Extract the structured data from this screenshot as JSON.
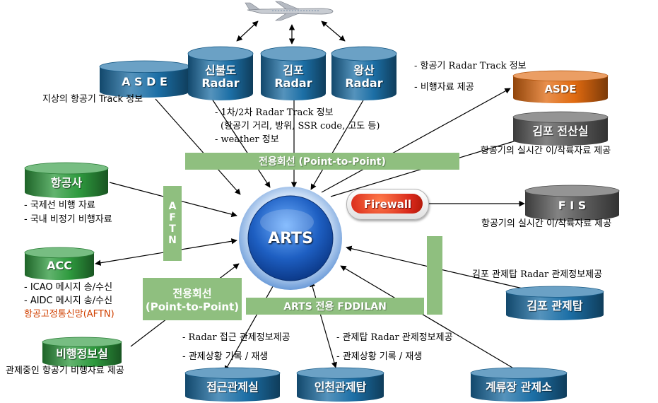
{
  "nodes": {
    "asde_left": "A S D E",
    "sinbuldo": "신불도\nRadar",
    "gimpo_radar": "김포\nRadar",
    "wangsan": "왕산\nRadar",
    "asde_right": "ASDE",
    "gimpo_computer": "김포 전산실",
    "fis": "F I S",
    "airline": "항공사",
    "acc": "ACC",
    "flight_info": "비행정보실",
    "approach": "접근관제실",
    "incheon": "인천관제탑",
    "apron": "계류장 관제소",
    "gimpo_tower": "김포 관제탑",
    "arts": "ARTS",
    "firewall": "Firewall"
  },
  "bars": {
    "dedicated_top": "전용회선 (Point-to-Point)",
    "dedicated_box_line1": "전용회선",
    "dedicated_box_line2": "(Point-to-Point)",
    "fddi": "ARTS 전용 FDDILAN",
    "aftn": [
      "A",
      "F",
      "T",
      "N"
    ]
  },
  "labels": {
    "ground_track": "지상의 항공기  Track 정보",
    "radar_track_1": "- 1차/2차 Radar Track 정보",
    "radar_track_2": "(항공기 거리, 방위, SSR code, 고도 등)",
    "weather": "- weather 정보",
    "asde_track": "- 항공기 Radar Track 정보",
    "flight_data": "- 비행자료 제공",
    "realtime_1": "항공기의 실시간 이/착륙자료 제공",
    "realtime_2": "항공기의 실시간 이/착륙자료 제공",
    "intl_flight": "- 국제선 비행 자료",
    "dom_flight": "-  국내 비정기 비행자료",
    "icao": "- ICAO 메시지 송/수신",
    "aidc": "- AIDC 메시지 송/수신",
    "aftn_net": "항공고정통신망(AFTN)",
    "flight_info_provide": "관제중인 항공기 비행자료 제공",
    "gimpo_tower_info": "김포 관제탑 Radar  관제정보제공",
    "approach_info": "- Radar 접근 관제정보제공",
    "approach_record": "- 관제상황 기록 / 재생",
    "tower_info": "- 관제탑 Radar  관제정보제공",
    "tower_record": "- 관제상황 기록 / 재생"
  },
  "colors": {
    "cyl_blue": "#1c6fa6",
    "cyl_green": "#2e9a3e",
    "cyl_orange": "#e06a10",
    "cyl_gray": "#5a5a5a",
    "bar_green": "#8fbf7f",
    "red_text": "#d04000",
    "arts_blue": "#1e5fc2"
  }
}
